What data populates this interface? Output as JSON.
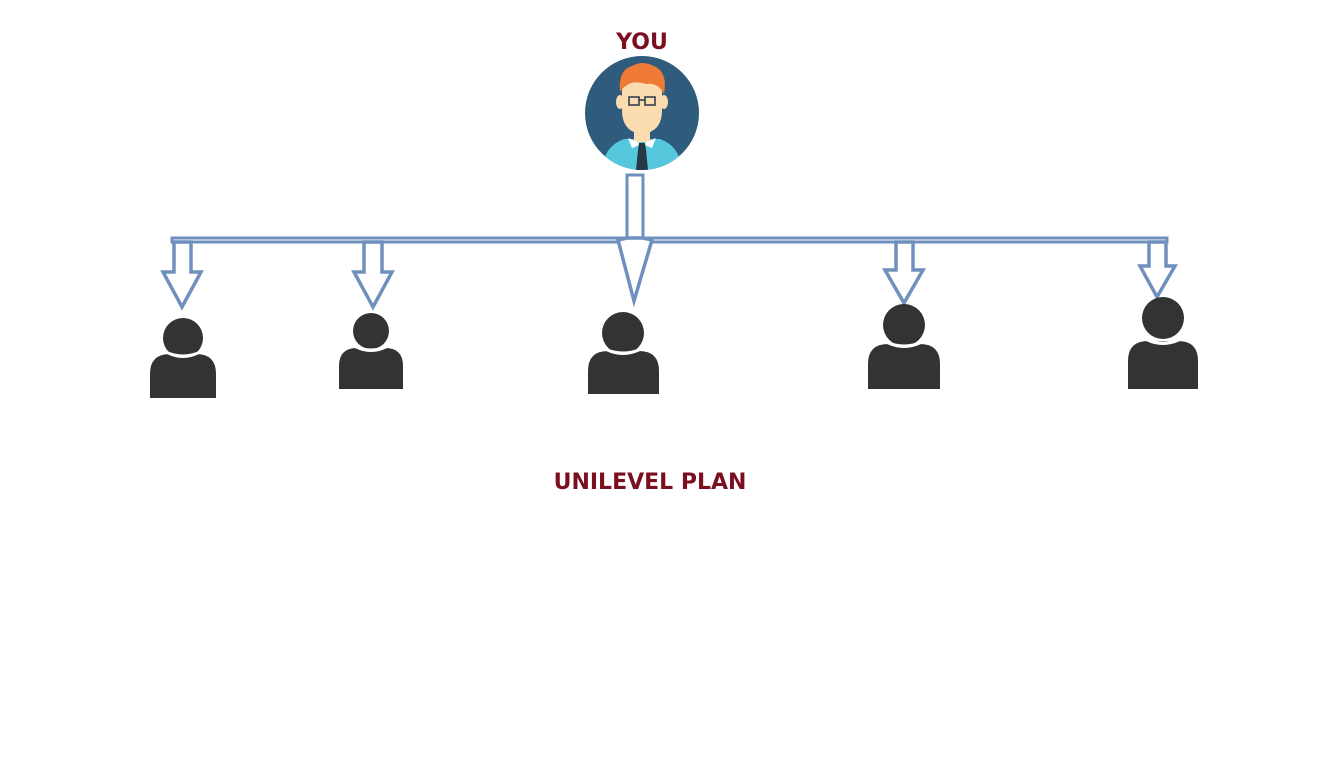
{
  "top_label": "YOU",
  "caption": "UNILEVEL PLAN",
  "colors": {
    "label": "#7a0f1f",
    "connector_stroke": "#6f90bd",
    "connector_fill": "#ffffff",
    "avatar_bg": "#2f5b7c",
    "avatar_hair": "#ee7a36",
    "avatar_skin": "#fbdcb0",
    "avatar_shirt": "#56c8de",
    "avatar_tie": "#263746",
    "downline_icon": "#333333"
  },
  "icons": {
    "root": "businessman-avatar-icon",
    "downline": "person-icon"
  },
  "downline_count": 5
}
